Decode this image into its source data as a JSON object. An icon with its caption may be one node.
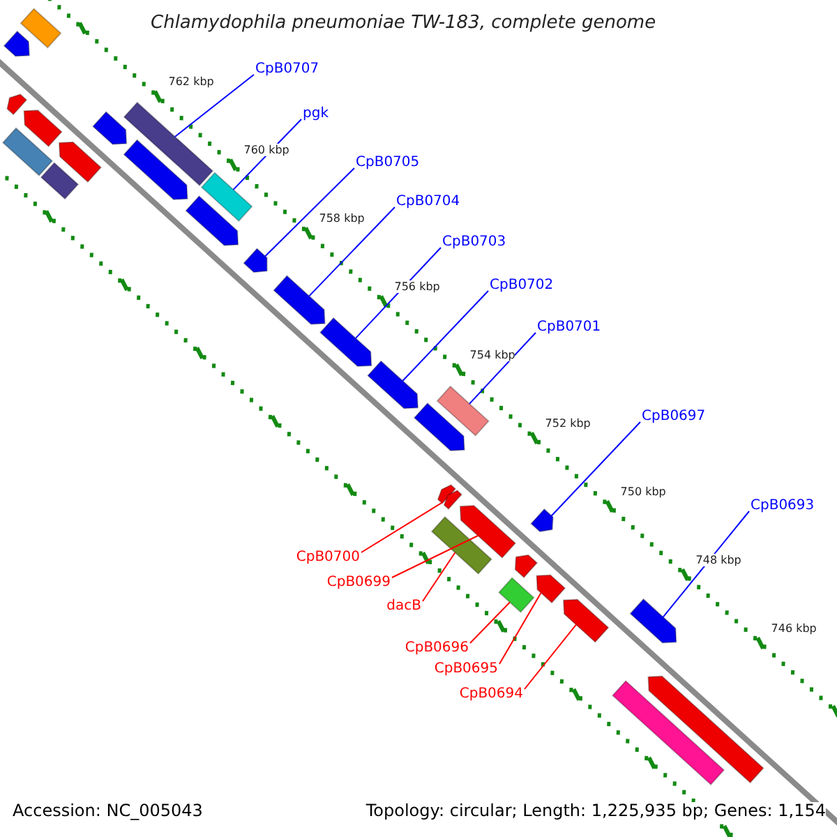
{
  "diagram": {
    "title": "Chlamydophila pneumoniae TW-183, complete genome",
    "nodes": [
      {
        "text": [
          "CpB0707"
        ]
      },
      {
        "text": [
          "pgk"
        ]
      },
      {
        "text": [
          "CpB0705"
        ]
      },
      {
        "text": [
          "CpB0704"
        ]
      },
      {
        "text": [
          "CpB0703"
        ]
      },
      {
        "text": [
          "CpB0702"
        ]
      },
      {
        "text": [
          "CpB0701"
        ]
      },
      {
        "text": [
          "CpB0697"
        ]
      },
      {
        "text": [
          "CpB0693"
        ]
      },
      {
        "text": [
          "CpB0700"
        ]
      },
      {
        "text": [
          "CpB0699"
        ]
      },
      {
        "text": [
          "dacB"
        ]
      },
      {
        "text": [
          "CpB0696"
        ]
      },
      {
        "text": [
          "CpB0695"
        ]
      },
      {
        "text": [
          "CpB0694"
        ]
      },
      {
        "text": [],
        "shape": "box"
      },
      {
        "text": [],
        "shape": "box"
      },
      {
        "text": [],
        "shape": "box"
      },
      {
        "text": [],
        "shape": "box"
      },
      {
        "text": [],
        "shape": "box"
      },
      {
        "text": [],
        "shape": "box"
      },
      {
        "text": [],
        "shape": "box"
      },
      {
        "text": [],
        "shape": "box"
      },
      {
        "text": [],
        "shape": "box"
      },
      {
        "text": [],
        "shape": "box"
      },
      {
        "text": [],
        "shape": "box"
      },
      {
        "text": [],
        "shape": "box"
      },
      {
        "text": [],
        "shape": "box"
      },
      {
        "text": [],
        "shape": "box"
      },
      {
        "text": [],
        "shape": "box"
      },
      {
        "text": [],
        "shape": "box"
      },
      {
        "text": [],
        "shape": "box"
      },
      {
        "text": [],
        "shape": "box"
      },
      {
        "text": [],
        "shape": "box"
      },
      {
        "text": [],
        "shape": "box"
      },
      {
        "text": [],
        "shape": "box"
      },
      {
        "text": [],
        "shape": "box"
      },
      {
        "text": [],
        "shape": "box"
      },
      {
        "text": [],
        "shape": "box"
      },
      {
        "text": [],
        "shape": "box"
      },
      {
        "text": [],
        "shape": "box"
      },
      {
        "text": [],
        "shape": "box"
      },
      {
        "text": [],
        "shape": "box"
      },
      {
        "text": [],
        "shape": "box"
      }
    ],
    "edges": [
      {
        "from": 0,
        "to": 15,
        "arrow": "none"
      },
      {
        "from": 1,
        "to": 16,
        "arrow": "none"
      },
      {
        "from": 2,
        "to": 17,
        "arrow": "none"
      },
      {
        "from": 3,
        "to": 18,
        "arrow": "none"
      },
      {
        "from": 4,
        "to": 19,
        "arrow": "none"
      },
      {
        "from": 5,
        "to": 20,
        "arrow": "none"
      },
      {
        "from": 6,
        "to": 21,
        "arrow": "none"
      },
      {
        "from": 7,
        "to": 22,
        "arrow": "none"
      },
      {
        "from": 8,
        "to": 23,
        "arrow": "none"
      },
      {
        "from": 9,
        "to": 24,
        "arrow": "none",
        "color": "#ff0000"
      },
      {
        "from": 10,
        "to": 25,
        "arrow": "none",
        "color": "#ff0000"
      },
      {
        "from": 11,
        "to": 26,
        "arrow": "none",
        "color": "#ff0000"
      },
      {
        "from": 12,
        "to": 27,
        "arrow": "none",
        "color": "#ff0000"
      },
      {
        "from": 13,
        "to": 28,
        "arrow": "none",
        "color": "#ff0000"
      },
      {
        "from": 14,
        "to": 29,
        "arrow": "none",
        "color": "#ff0000"
      }
    ],
    "labels": [
      "762 kbp",
      "760 kbp",
      "758 kbp",
      "756 kbp",
      "754 kbp",
      "752 kbp",
      "750 kbp",
      "748 kbp",
      "746 kbp",
      "Accession: NC_005043",
      "Topology: circular; Length: 1,225,935 bp; Genes: 1,154"
    ]
  }
}
